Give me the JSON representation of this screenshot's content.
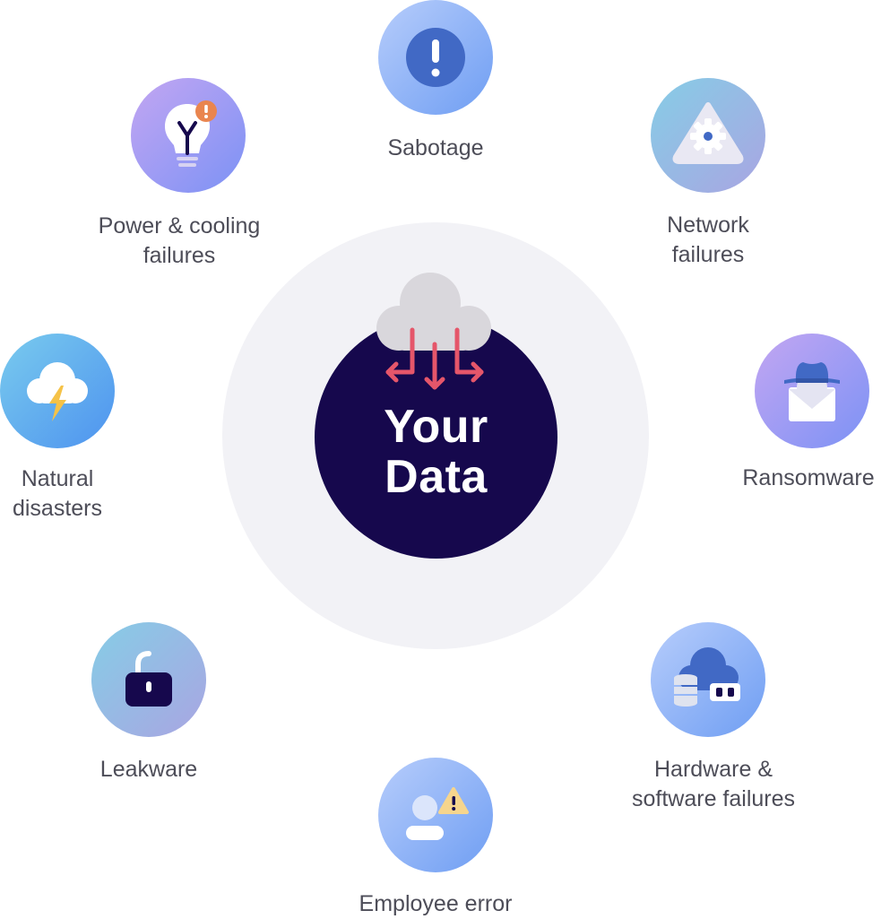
{
  "center": {
    "title_line1": "Your",
    "title_line2": "Data",
    "icon": "cloud-data-icon"
  },
  "threats": [
    {
      "id": "sabotage",
      "line1": "Sabotage",
      "line2": "",
      "icon": "exclamation-icon"
    },
    {
      "id": "network-failures",
      "line1": "Network",
      "line2": "failures",
      "icon": "triangle-gear-icon"
    },
    {
      "id": "ransomware",
      "line1": "Ransomware",
      "line2": "",
      "icon": "spy-envelope-icon"
    },
    {
      "id": "hardware-software-failures",
      "line1": "Hardware &",
      "line2": "software failures",
      "icon": "cloud-server-icon"
    },
    {
      "id": "employee-error",
      "line1": "Employee error",
      "line2": "",
      "icon": "user-warning-icon"
    },
    {
      "id": "leakware",
      "line1": "Leakware",
      "line2": "",
      "icon": "open-lock-icon"
    },
    {
      "id": "natural-disasters",
      "line1": "Natural",
      "line2": "disasters",
      "icon": "storm-cloud-icon"
    },
    {
      "id": "power-cooling-failures",
      "line1": "Power & cooling",
      "line2": "failures",
      "icon": "lightbulb-alert-icon"
    }
  ],
  "colors": {
    "core": "#16084d",
    "halo": "#f2f2f6",
    "label_text": "#4d4d58",
    "arrow": "#e5566a",
    "icon_dark": "#4169c5"
  }
}
